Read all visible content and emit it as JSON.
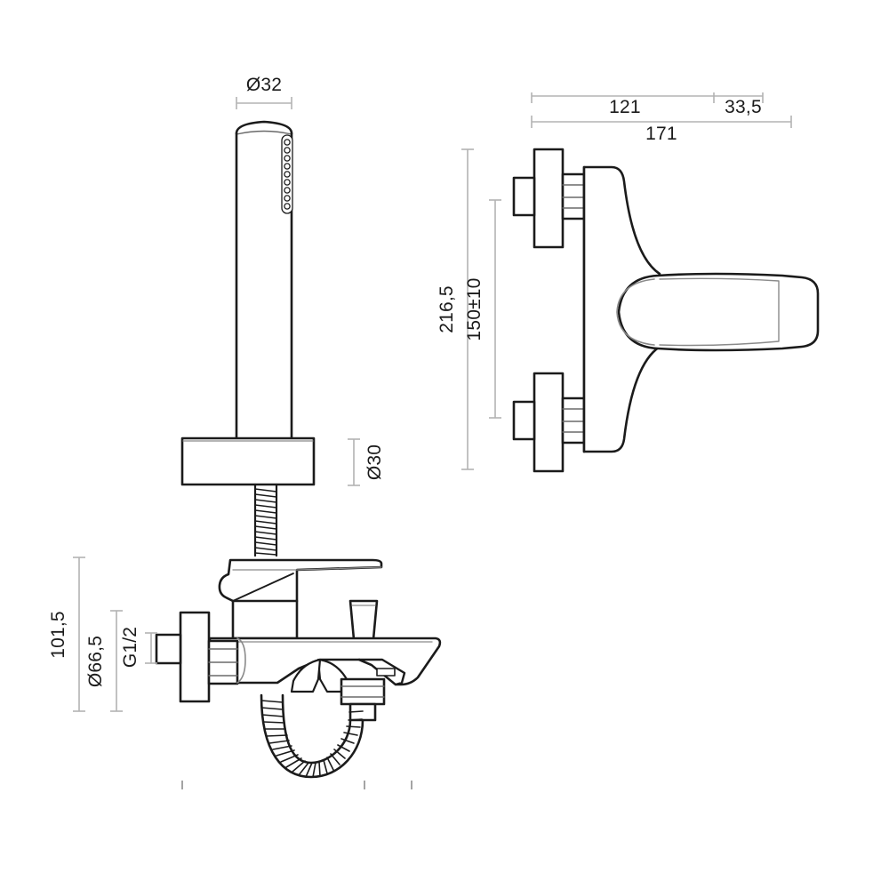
{
  "drawing": {
    "title": "Bath shower mixer tap technical dimension drawing",
    "type": "technical-dimension-drawing",
    "units": "mm",
    "line_color": "#1b1b1b",
    "dim_line_color": "#b3b3b3",
    "background": "#ffffff",
    "views": [
      {
        "id": "front-view",
        "name": "Front elevation with hand shower"
      },
      {
        "id": "side-view",
        "name": "Side elevation"
      }
    ]
  },
  "dimensions": {
    "handshower_diameter": {
      "label": "Ø32",
      "value": 32,
      "orientation": "horizontal",
      "view": "front-view"
    },
    "holder_diameter": {
      "label": "Ø30",
      "value": 30,
      "orientation": "vertical",
      "view": "front-view"
    },
    "spout_height": {
      "label": "101,5",
      "value": 101.5,
      "orientation": "vertical",
      "view": "front-view"
    },
    "flange_diameter": {
      "label": "Ø66,5",
      "value": 66.5,
      "orientation": "vertical",
      "view": "front-view"
    },
    "thread_size": {
      "label": "G1/2",
      "value": "G1/2",
      "orientation": "vertical",
      "view": "front-view"
    },
    "body_depth": {
      "label": "121",
      "value": 121,
      "orientation": "horizontal",
      "view": "side-view"
    },
    "lever_overhang": {
      "label": "33,5",
      "value": 33.5,
      "orientation": "horizontal",
      "view": "side-view"
    },
    "total_depth": {
      "label": "171",
      "value": 171,
      "orientation": "horizontal",
      "view": "side-view"
    },
    "total_height": {
      "label": "216,5",
      "value": 216.5,
      "orientation": "vertical",
      "view": "side-view"
    },
    "inlet_spacing": {
      "label": "150±10",
      "value": "150±10",
      "orientation": "vertical",
      "view": "side-view"
    }
  }
}
